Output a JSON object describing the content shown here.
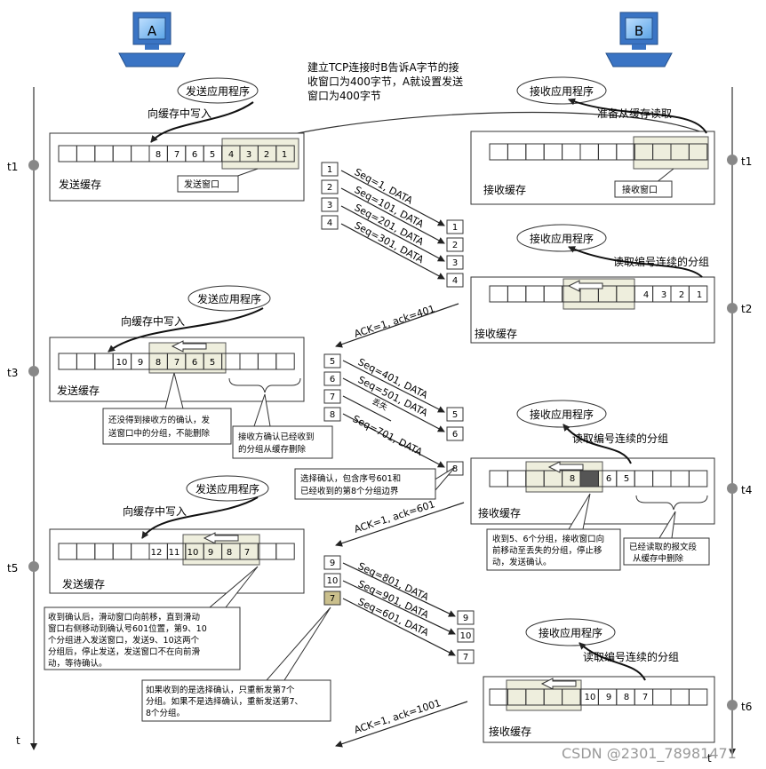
{
  "hosts": {
    "a": "A",
    "b": "B"
  },
  "top_note": {
    "lines": [
      "建立TCP连接时B告诉A字节的接",
      "收窗口为400字节，A就设置发送",
      "窗口为400字节"
    ]
  },
  "apps": {
    "send": "发送应用程序",
    "recv": "接收应用程序"
  },
  "labels": {
    "send_buffer": "发送缓存",
    "recv_buffer": "接收缓存",
    "send_window": "发送窗口",
    "recv_window": "接收窗口",
    "write_to_buffer": "向缓存中写入",
    "prepare_read": "准备从缓存读取",
    "read_consecutive": "读取编号连续的分组"
  },
  "timeline": {
    "left": [
      "t1",
      "t3",
      "t5"
    ],
    "right": [
      "t1",
      "t2",
      "t4",
      "t6"
    ],
    "axis": "t"
  },
  "buffers": {
    "a_t1": [
      "8",
      "7",
      "6",
      "5",
      "4",
      "3",
      "2",
      "1"
    ],
    "a_t3": [
      "10",
      "9",
      "8",
      "7",
      "6",
      "5"
    ],
    "a_t5": [
      "12",
      "11",
      "10",
      "9",
      "8",
      "7"
    ],
    "b_t2": [
      "4",
      "3",
      "2",
      "1"
    ],
    "b_t4": [
      "8",
      "6",
      "5"
    ],
    "b_t6": [
      "10",
      "9",
      "8",
      "7"
    ]
  },
  "segments": {
    "round1": [
      "Seq=1, DATA",
      "Seq=101, DATA",
      "Seq=201, DATA",
      "Seq=301, DATA"
    ],
    "round2": [
      "Seq=401, DATA",
      "Seq=501, DATA",
      "Seq=701, DATA"
    ],
    "round3": [
      "Seq=801, DATA",
      "Seq=901, DATA",
      "Seq=601, DATA"
    ],
    "lost": "丢失"
  },
  "packets": {
    "round1": [
      "1",
      "2",
      "3",
      "4"
    ],
    "round2": [
      "5",
      "6",
      "7",
      "8"
    ],
    "round2_recv": [
      "5",
      "6",
      "8"
    ],
    "round3": [
      "9",
      "10",
      "7"
    ]
  },
  "acks": {
    "ack1": "ACK=1, ack=401",
    "ack2": "ACK=1, ack=601",
    "ack3": "ACK=1, ack=1001"
  },
  "callouts": {
    "c1": [
      "还没得到接收方的确认，发",
      "送窗口中的分组，不能删除"
    ],
    "c2": [
      "接收方确认已经收到",
      "的分组从缓存删除"
    ],
    "c3": [
      "选择确认，包含序号601和",
      "已经收到的第8个分组边界"
    ],
    "c4": [
      "收到5、6个分组，接收窗口向",
      "前移动至丢失的分组，停止移",
      "动，发送确认。"
    ],
    "c5": [
      "已经读取的报文段",
      "从缓存中删除"
    ],
    "c6": [
      "收到确认后，滑动窗口向前移，直到滑动",
      "窗口右侧移动到确认号601位置，第9、10",
      "个分组进入发送窗口，发送9、10这两个",
      "分组后，停止发送，发送窗口不在向前滑",
      "动，等待确认。"
    ],
    "c7": [
      "如果收到的是选择确认，只重新发第7个",
      "分组。如果不是选择确认，重新发送第7、",
      "8个分组。"
    ]
  },
  "watermark": "CSDN @2301_78981471"
}
